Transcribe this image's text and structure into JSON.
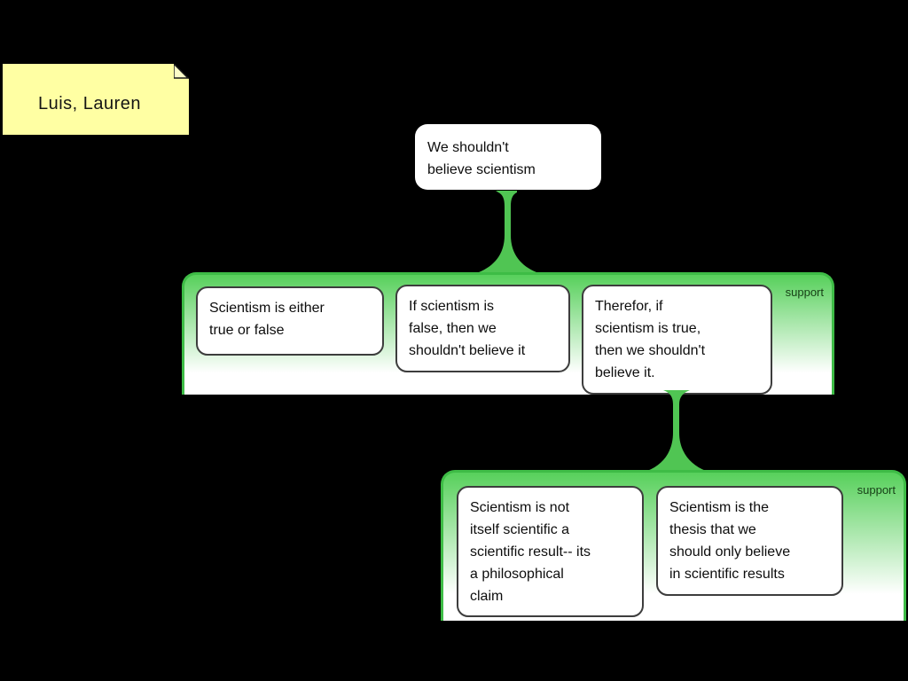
{
  "canvas": {
    "background": "#000000"
  },
  "note": {
    "text": "Luis, Lauren",
    "color": "#ffffa3"
  },
  "claim": {
    "text": "We shouldn't believe scientism",
    "lines": [
      "We shouldn't",
      "believe scientism"
    ]
  },
  "groups": [
    {
      "label": "support",
      "boxes": [
        {
          "text": "Scientism is either true or false",
          "lines": [
            "Scientism is either",
            "true or false"
          ]
        },
        {
          "text": "If scientism is false, then we shouldn't believe it",
          "lines": [
            "If scientism is",
            "false, then we",
            "shouldn't believe it"
          ]
        },
        {
          "text": "Therefor, if scientism is true, then we shouldn't believe it.",
          "lines": [
            "Therefor, if",
            "scientism is true,",
            "then we shouldn't",
            "believe it."
          ]
        }
      ]
    },
    {
      "label": "support",
      "boxes": [
        {
          "text": "Scientism is not itself scientific a scientific result-- its a philosophical claim",
          "lines": [
            "Scientism is not",
            "itself scientific a",
            "scientific result-- its",
            "a philosophical",
            "claim"
          ]
        },
        {
          "text": "Scientism is the thesis that we should only believe in scientific results",
          "lines": [
            "Scientism is the",
            "thesis that we",
            "should only believe",
            "in scientific results"
          ]
        }
      ]
    }
  ],
  "colors": {
    "background": "#000000",
    "note_yellow": "#ffffa3",
    "group_border_green": "#3ebc46",
    "group_gradient_top": "#57d05b",
    "connector_green": "#50c553",
    "support_label": "#173f17",
    "box_border": "#3d3d3d",
    "box_fill": "#ffffff"
  }
}
